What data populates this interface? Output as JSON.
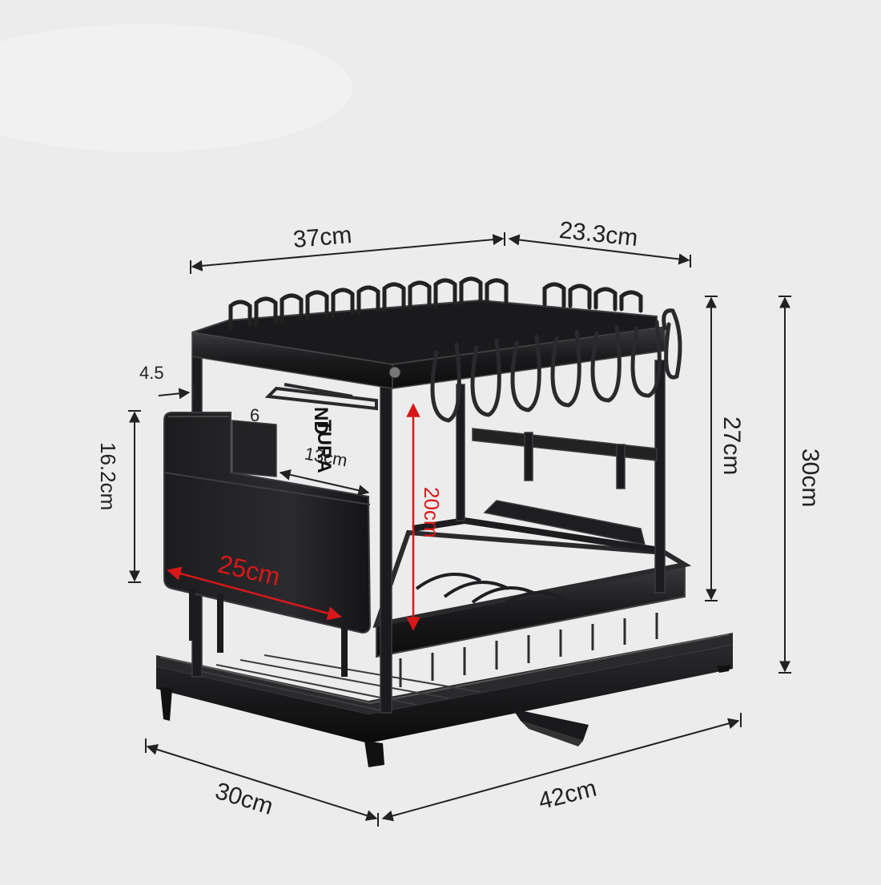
{
  "product": {
    "frame_color": "#1b1b1d",
    "accent_color": "#d81818"
  },
  "dimensions": {
    "top_length": "37cm",
    "top_depth": "23.3cm",
    "rack_height": "27cm",
    "total_height": "30cm",
    "base_depth": "30cm",
    "base_length": "42cm",
    "caddy_height": "16.2cm",
    "caddy_length": "25cm",
    "caddy_offset": "4.5",
    "caddy_slot": "6",
    "caddy_slot_length": "13cm",
    "cup_clearance": "20cm"
  },
  "embossed_text": {
    "line1": "TURA",
    "line2": "ND"
  }
}
